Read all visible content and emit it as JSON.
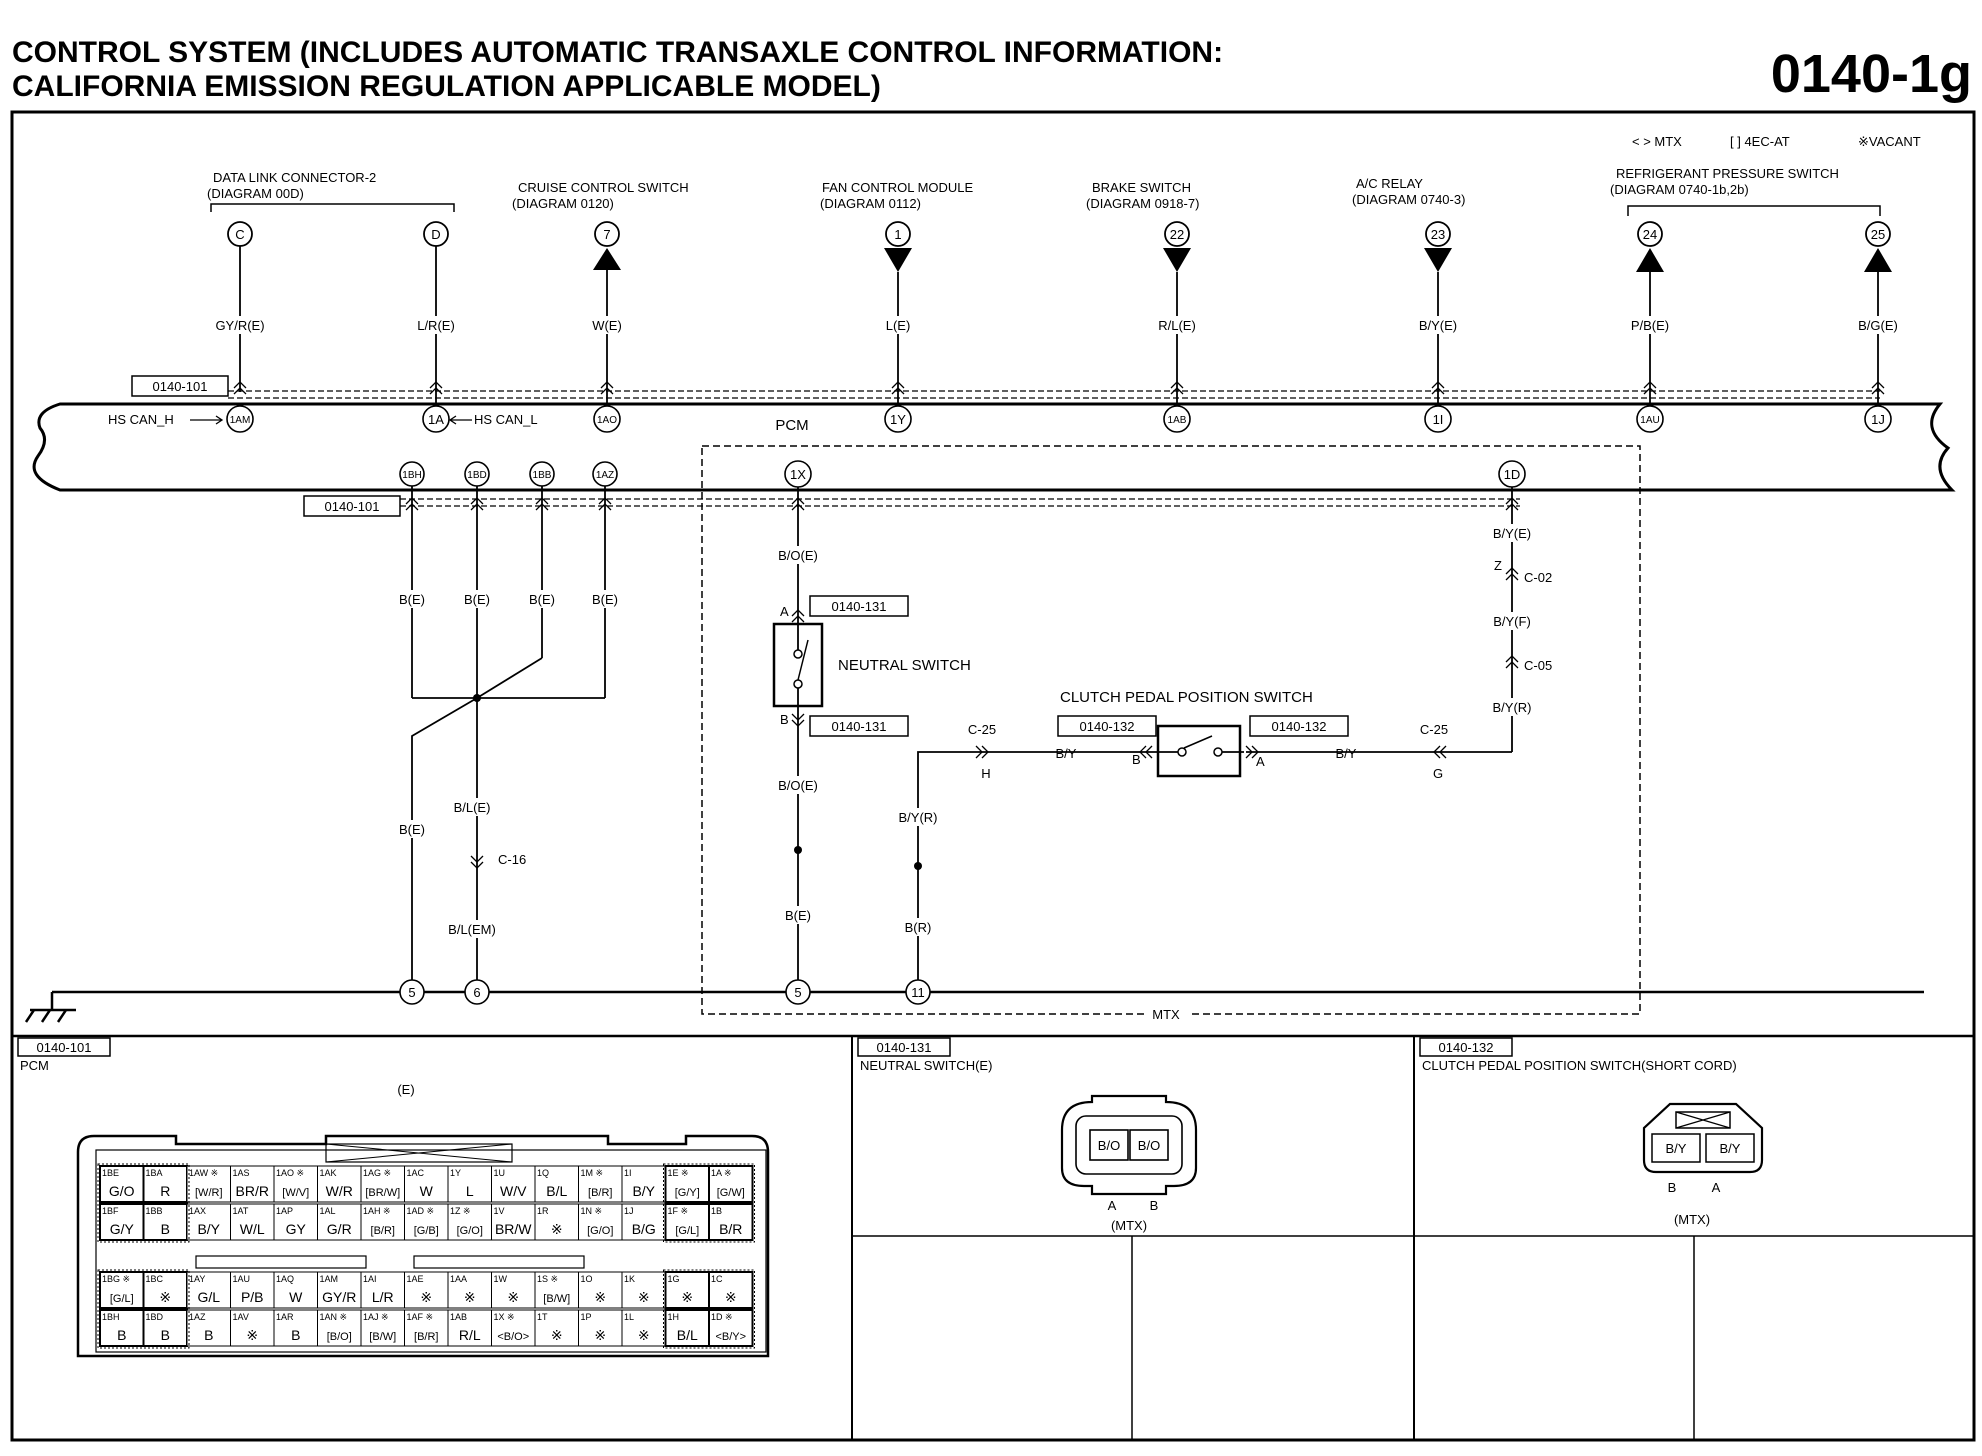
{
  "header": {
    "title_line1": "CONTROL SYSTEM (INCLUDES AUTOMATIC TRANSAXLE CONTROL INFORMATION:",
    "title_line2": "CALIFORNIA EMISSION REGULATION APPLICABLE MODEL)",
    "page_number": "0140-1g"
  },
  "legend": {
    "mtx": "< > MTX",
    "at": "[ ] 4EC-AT",
    "vacant": "※VACANT"
  },
  "top_components": [
    {
      "name": "DATA LINK CONNECTOR-2",
      "ref": "(DIAGRAM 00D)"
    },
    {
      "name": "CRUISE CONTROL SWITCH",
      "ref": "(DIAGRAM 0120)"
    },
    {
      "name": "FAN CONTROL MODULE",
      "ref": "(DIAGRAM 0112)"
    },
    {
      "name": "BRAKE SWITCH",
      "ref": "(DIAGRAM 0918-7)"
    },
    {
      "name": "A/C RELAY",
      "ref": "(DIAGRAM 0740-3)"
    },
    {
      "name": "REFRIGERANT PRESSURE SWITCH",
      "ref": "(DIAGRAM 0740-1b,2b)"
    }
  ],
  "top_connectors": [
    {
      "id": "C",
      "wire": "GY/R(E)",
      "pin": "1AM",
      "dir": "none"
    },
    {
      "id": "D",
      "wire": "L/R(E)",
      "pin": "1A",
      "dir": "none"
    },
    {
      "id": "7",
      "wire": "W(E)",
      "pin": "1AO",
      "dir": "up"
    },
    {
      "id": "1",
      "wire": "L(E)",
      "pin": "1Y",
      "dir": "down"
    },
    {
      "id": "22",
      "wire": "R/L(E)",
      "pin": "1AB",
      "dir": "down"
    },
    {
      "id": "23",
      "wire": "B/Y(E)",
      "pin": "1I",
      "dir": "down"
    },
    {
      "id": "24",
      "wire": "P/B(E)",
      "pin": "1AU",
      "dir": "up"
    },
    {
      "id": "25",
      "wire": "B/G(E)",
      "pin": "1J",
      "dir": "up"
    }
  ],
  "pcm": {
    "label": "PCM",
    "hs_can_h": "HS CAN_H",
    "hs_can_l": "HS CAN_L",
    "ref_top": "0140-101",
    "ref_bottom": "0140-101",
    "bottom_pins": [
      "1BH",
      "1BD",
      "1BB",
      "1AZ",
      "1X",
      "1D"
    ]
  },
  "ground_wires": {
    "b_e": "B(E)",
    "bl_e": "B/L(E)",
    "bl_em": "B/L(EM)",
    "c16": "C-16",
    "ground_5": "5",
    "ground_6": "6"
  },
  "neutral_switch": {
    "label": "NEUTRAL SWITCH",
    "ref_a": "0140-131",
    "ref_b": "0140-131",
    "term_a": "A",
    "term_b": "B",
    "wire_top": "B/O(E)",
    "wire_bottom": "B/O(E)",
    "wire_ground": "B(E)",
    "ground": "5"
  },
  "clutch_switch": {
    "label": "CLUTCH PEDAL POSITION SWITCH",
    "ref_left": "0140-132",
    "ref_right": "0140-132",
    "term_b": "B",
    "term_a": "A",
    "c25_left": "C-25",
    "c25_left_pin": "H",
    "c25_right": "C-25",
    "c25_right_pin": "G",
    "wire_left": "B/Y",
    "wire_right": "B/Y",
    "wire_down": "B/Y(R)",
    "wire_ground": "B(R)",
    "ground": "11"
  },
  "right_chain": {
    "w1": "B/Y(E)",
    "z": "Z",
    "c02": "C-02",
    "w2": "B/Y(F)",
    "c05": "C-05",
    "w3": "B/Y(R)"
  },
  "mtx_label": "MTX",
  "panels": {
    "pcm": {
      "ref": "0140-101",
      "name": "PCM",
      "variant": "(E)",
      "rows": [
        [
          {
            "p": "1BE",
            "w": "G/O"
          },
          {
            "p": "1BA",
            "w": "R"
          },
          {
            "p": "1AW ※",
            "w": "[W/R]"
          },
          {
            "p": "1AS",
            "w": "BR/R"
          },
          {
            "p": "1AO ※",
            "w": "[W/V]"
          },
          {
            "p": "1AK",
            "w": "W/R"
          },
          {
            "p": "1AG ※",
            "w": "[BR/W]"
          },
          {
            "p": "1AC",
            "w": "W"
          },
          {
            "p": "1Y",
            "w": "L"
          },
          {
            "p": "1U",
            "w": "W/V"
          },
          {
            "p": "1Q",
            "w": "B/L"
          },
          {
            "p": "1M ※",
            "w": "[B/R]"
          },
          {
            "p": "1I",
            "w": "B/Y"
          },
          {
            "p": "1E ※",
            "w": "[G/Y]"
          },
          {
            "p": "1A ※",
            "w": "[G/W]"
          }
        ],
        [
          {
            "p": "1BF",
            "w": "G/Y"
          },
          {
            "p": "1BB",
            "w": "B"
          },
          {
            "p": "1AX",
            "w": "B/Y"
          },
          {
            "p": "1AT",
            "w": "W/L"
          },
          {
            "p": "1AP",
            "w": "GY"
          },
          {
            "p": "1AL",
            "w": "G/R"
          },
          {
            "p": "1AH ※",
            "w": "[B/R]"
          },
          {
            "p": "1AD ※",
            "w": "[G/B]"
          },
          {
            "p": "1Z ※",
            "w": "[G/O]"
          },
          {
            "p": "1V",
            "w": "BR/W"
          },
          {
            "p": "1R",
            "w": "※"
          },
          {
            "p": "1N ※",
            "w": "[G/O]"
          },
          {
            "p": "1J",
            "w": "B/G"
          },
          {
            "p": "1F ※",
            "w": "[G/L]"
          },
          {
            "p": "1B",
            "w": "B/R"
          }
        ],
        [
          {
            "p": "1BG ※",
            "w": "[G/L]"
          },
          {
            "p": "1BC",
            "w": "※"
          },
          {
            "p": "1AY",
            "w": "G/L"
          },
          {
            "p": "1AU",
            "w": "P/B"
          },
          {
            "p": "1AQ",
            "w": "W"
          },
          {
            "p": "1AM",
            "w": "GY/R"
          },
          {
            "p": "1AI",
            "w": "L/R"
          },
          {
            "p": "1AE",
            "w": "※"
          },
          {
            "p": "1AA",
            "w": "※"
          },
          {
            "p": "1W",
            "w": "※"
          },
          {
            "p": "1S ※",
            "w": "[B/W]"
          },
          {
            "p": "1O",
            "w": "※"
          },
          {
            "p": "1K",
            "w": "※"
          },
          {
            "p": "1G",
            "w": "※"
          },
          {
            "p": "1C",
            "w": "※"
          }
        ],
        [
          {
            "p": "1BH",
            "w": "B"
          },
          {
            "p": "1BD",
            "w": "B"
          },
          {
            "p": "1AZ",
            "w": "B"
          },
          {
            "p": "1AV",
            "w": "※"
          },
          {
            "p": "1AR",
            "w": "B"
          },
          {
            "p": "1AN ※",
            "w": "[B/O]"
          },
          {
            "p": "1AJ ※",
            "w": "[B/W]"
          },
          {
            "p": "1AF ※",
            "w": "[B/R]"
          },
          {
            "p": "1AB",
            "w": "R/L"
          },
          {
            "p": "1X ※",
            "w": "<B/O>"
          },
          {
            "p": "1T",
            "w": "※"
          },
          {
            "p": "1P",
            "w": "※"
          },
          {
            "p": "1L",
            "w": "※"
          },
          {
            "p": "1H",
            "w": "B/L"
          },
          {
            "p": "1D ※",
            "w": "<B/Y>"
          }
        ]
      ]
    },
    "neutral": {
      "ref": "0140-131",
      "name": "NEUTRAL SWITCH(E)",
      "pin_left": "B/O",
      "pin_right": "B/O",
      "letter_left": "A",
      "letter_right": "B",
      "note": "(MTX)"
    },
    "clutch": {
      "ref": "0140-132",
      "name": "CLUTCH PEDAL POSITION SWITCH(SHORT CORD)",
      "pin_left": "B/Y",
      "pin_right": "B/Y",
      "letter_left": "B",
      "letter_right": "A",
      "note": "(MTX)"
    }
  }
}
